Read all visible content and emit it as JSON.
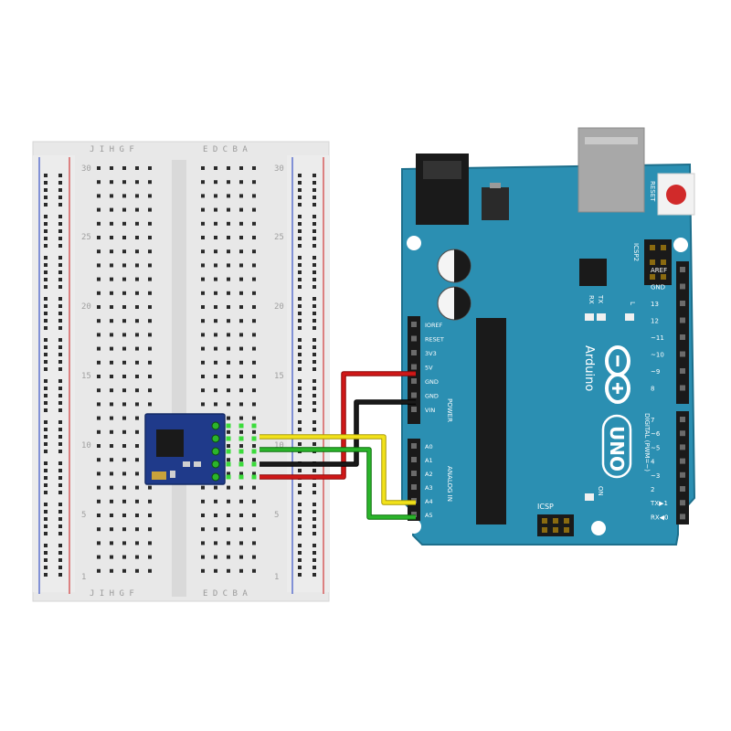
{
  "breadboard": {
    "row_numbers": [
      "30",
      "25",
      "20",
      "15",
      "10",
      "5",
      "1"
    ],
    "col_letters_left": "J I H G F",
    "col_letters_right": "E D C B A"
  },
  "arduino": {
    "brand": "Arduino",
    "model": "UNO",
    "reset_label": "RESET",
    "icsp2_label": "ICSP2",
    "icsp_label": "ICSP",
    "on_label": "ON",
    "tx_label": "TX",
    "rx_label": "RX",
    "l_label": "L",
    "power_label": "POWER",
    "analog_label": "ANALOG IN",
    "digital_label": "DIGITAL (PWM=~)",
    "power_pins": [
      "IOREF",
      "RESET",
      "3V3",
      "5V",
      "GND",
      "GND",
      "VIN"
    ],
    "analog_pins": [
      "A0",
      "A1",
      "A2",
      "A3",
      "A4",
      "A5"
    ],
    "digital_pins_top": [
      "AREF",
      "GND",
      "13",
      "12",
      "~11",
      "~10",
      "~9",
      "8"
    ],
    "digital_pins_bottom": [
      "7",
      "~6",
      "~5",
      "4",
      "~3",
      "2",
      "TX▶1",
      "RX◀0"
    ]
  },
  "colors": {
    "board": "#2b8fb2",
    "board_edge": "#1d6f8c",
    "breadboard": "#e6e6e6",
    "rail_red": "#d23b3b",
    "rail_blue": "#3b55c8",
    "wire_red": "#d01818",
    "wire_black": "#1a1a1a",
    "wire_yellow": "#f2e21a",
    "wire_green": "#2bb52b",
    "module": "#1f3a8a"
  }
}
